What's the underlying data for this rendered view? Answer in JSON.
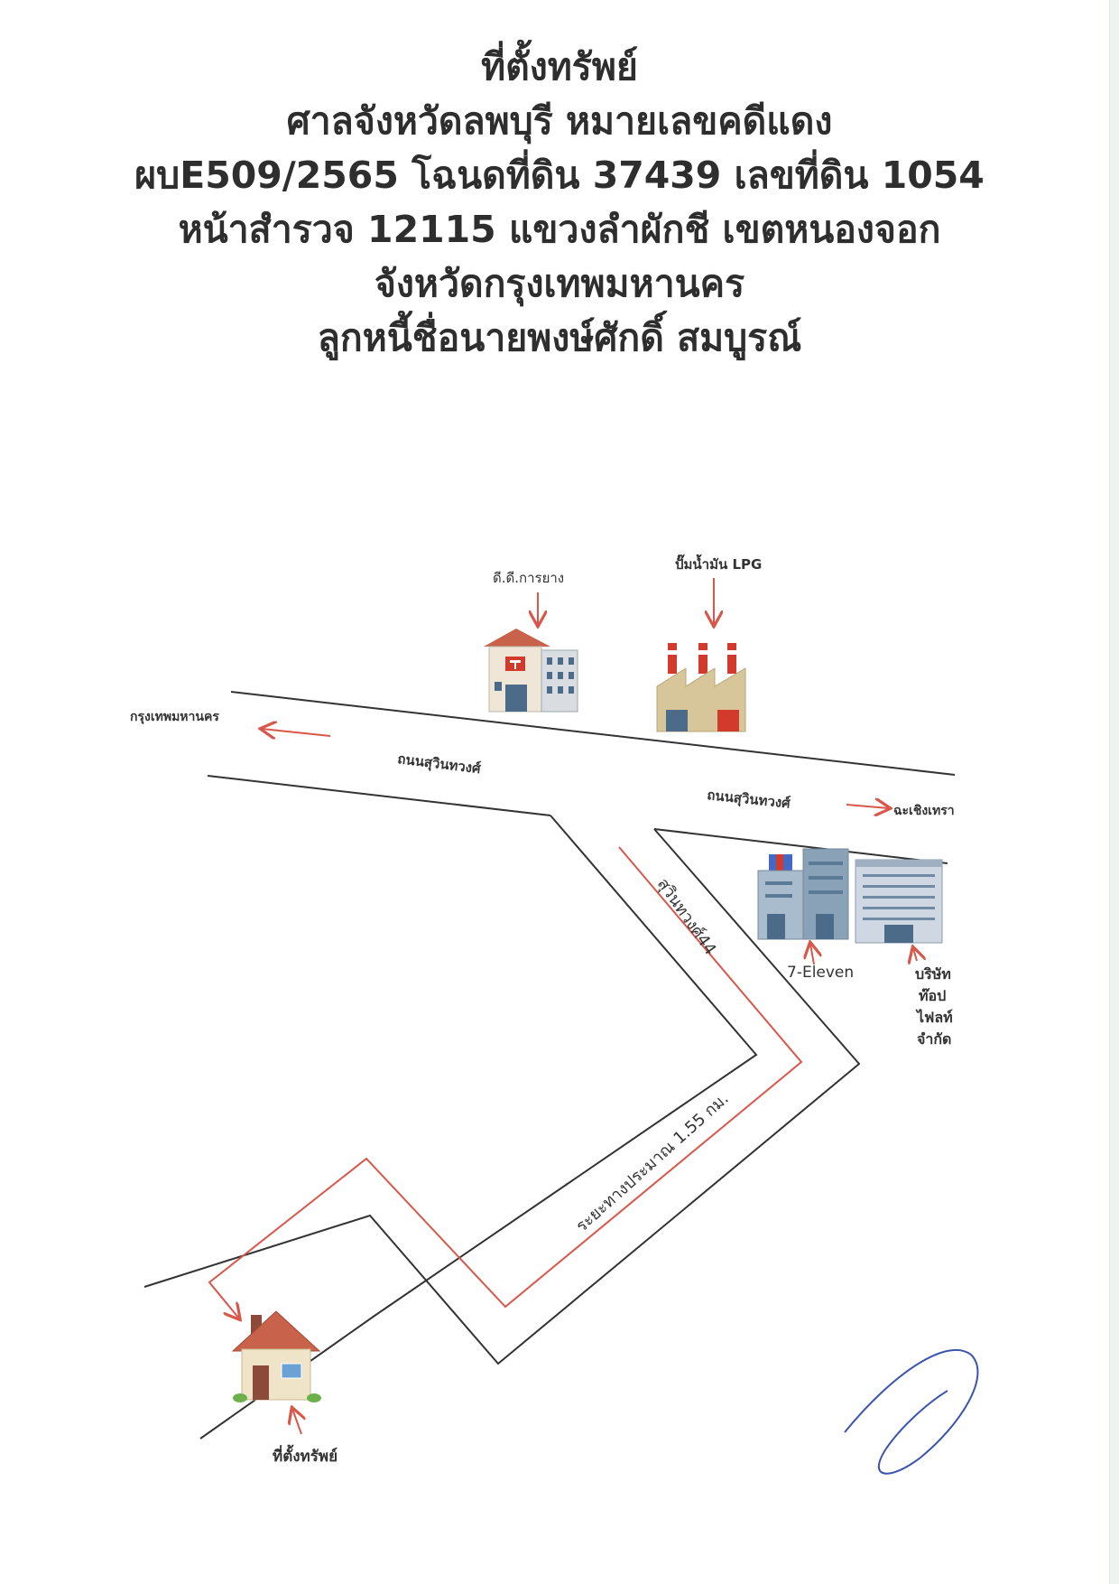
{
  "title": {
    "lines": [
      "ที่ตั้งทรัพย์",
      "ศาลจังหวัดลพบุรี หมายเลขคดีแดง",
      "ผบE509/2565 โฉนดที่ดิน 37439 เลขที่ดิน 1054",
      "หน้าสำรวจ 12115 แขวงลำผักชี เขตหนองจอก",
      "จังหวัดกรุงเทพมหานคร",
      "ลูกหนี้ชื่อนายพงษ์ศักดิ์ สมบูรณ์"
    ]
  },
  "map": {
    "landmarks": {
      "dd_rubber": "ดี.ดี.การยาง",
      "lpg_station": "ปั๊มน้ำมัน LPG",
      "seven_eleven": "7-Eleven",
      "company": [
        "บริษัท",
        "ท๊อป",
        "ไฟลท์",
        "จำกัด"
      ],
      "property": "ที่ตั้งทรัพย์"
    },
    "roads": {
      "main_road_left": "ถนนสุวินทวงศ์",
      "main_road_right": "ถนนสุวินทวงศ์",
      "soi": "สุวินทวงศ์44",
      "distance": "ระยะทางประมาณ 1.55 กม."
    },
    "directions": {
      "west": "กรุงเทพมหานคร",
      "east": "ฉะเชิงเทรา"
    },
    "colors": {
      "road_line": "#333333",
      "route_line": "#d9574a",
      "arrow": "#d9574a",
      "signature": "#3a55b0"
    },
    "icons": [
      "post-office-building-icon",
      "factory-icon",
      "office-building-icon",
      "tall-office-building-icon",
      "house-icon"
    ]
  }
}
